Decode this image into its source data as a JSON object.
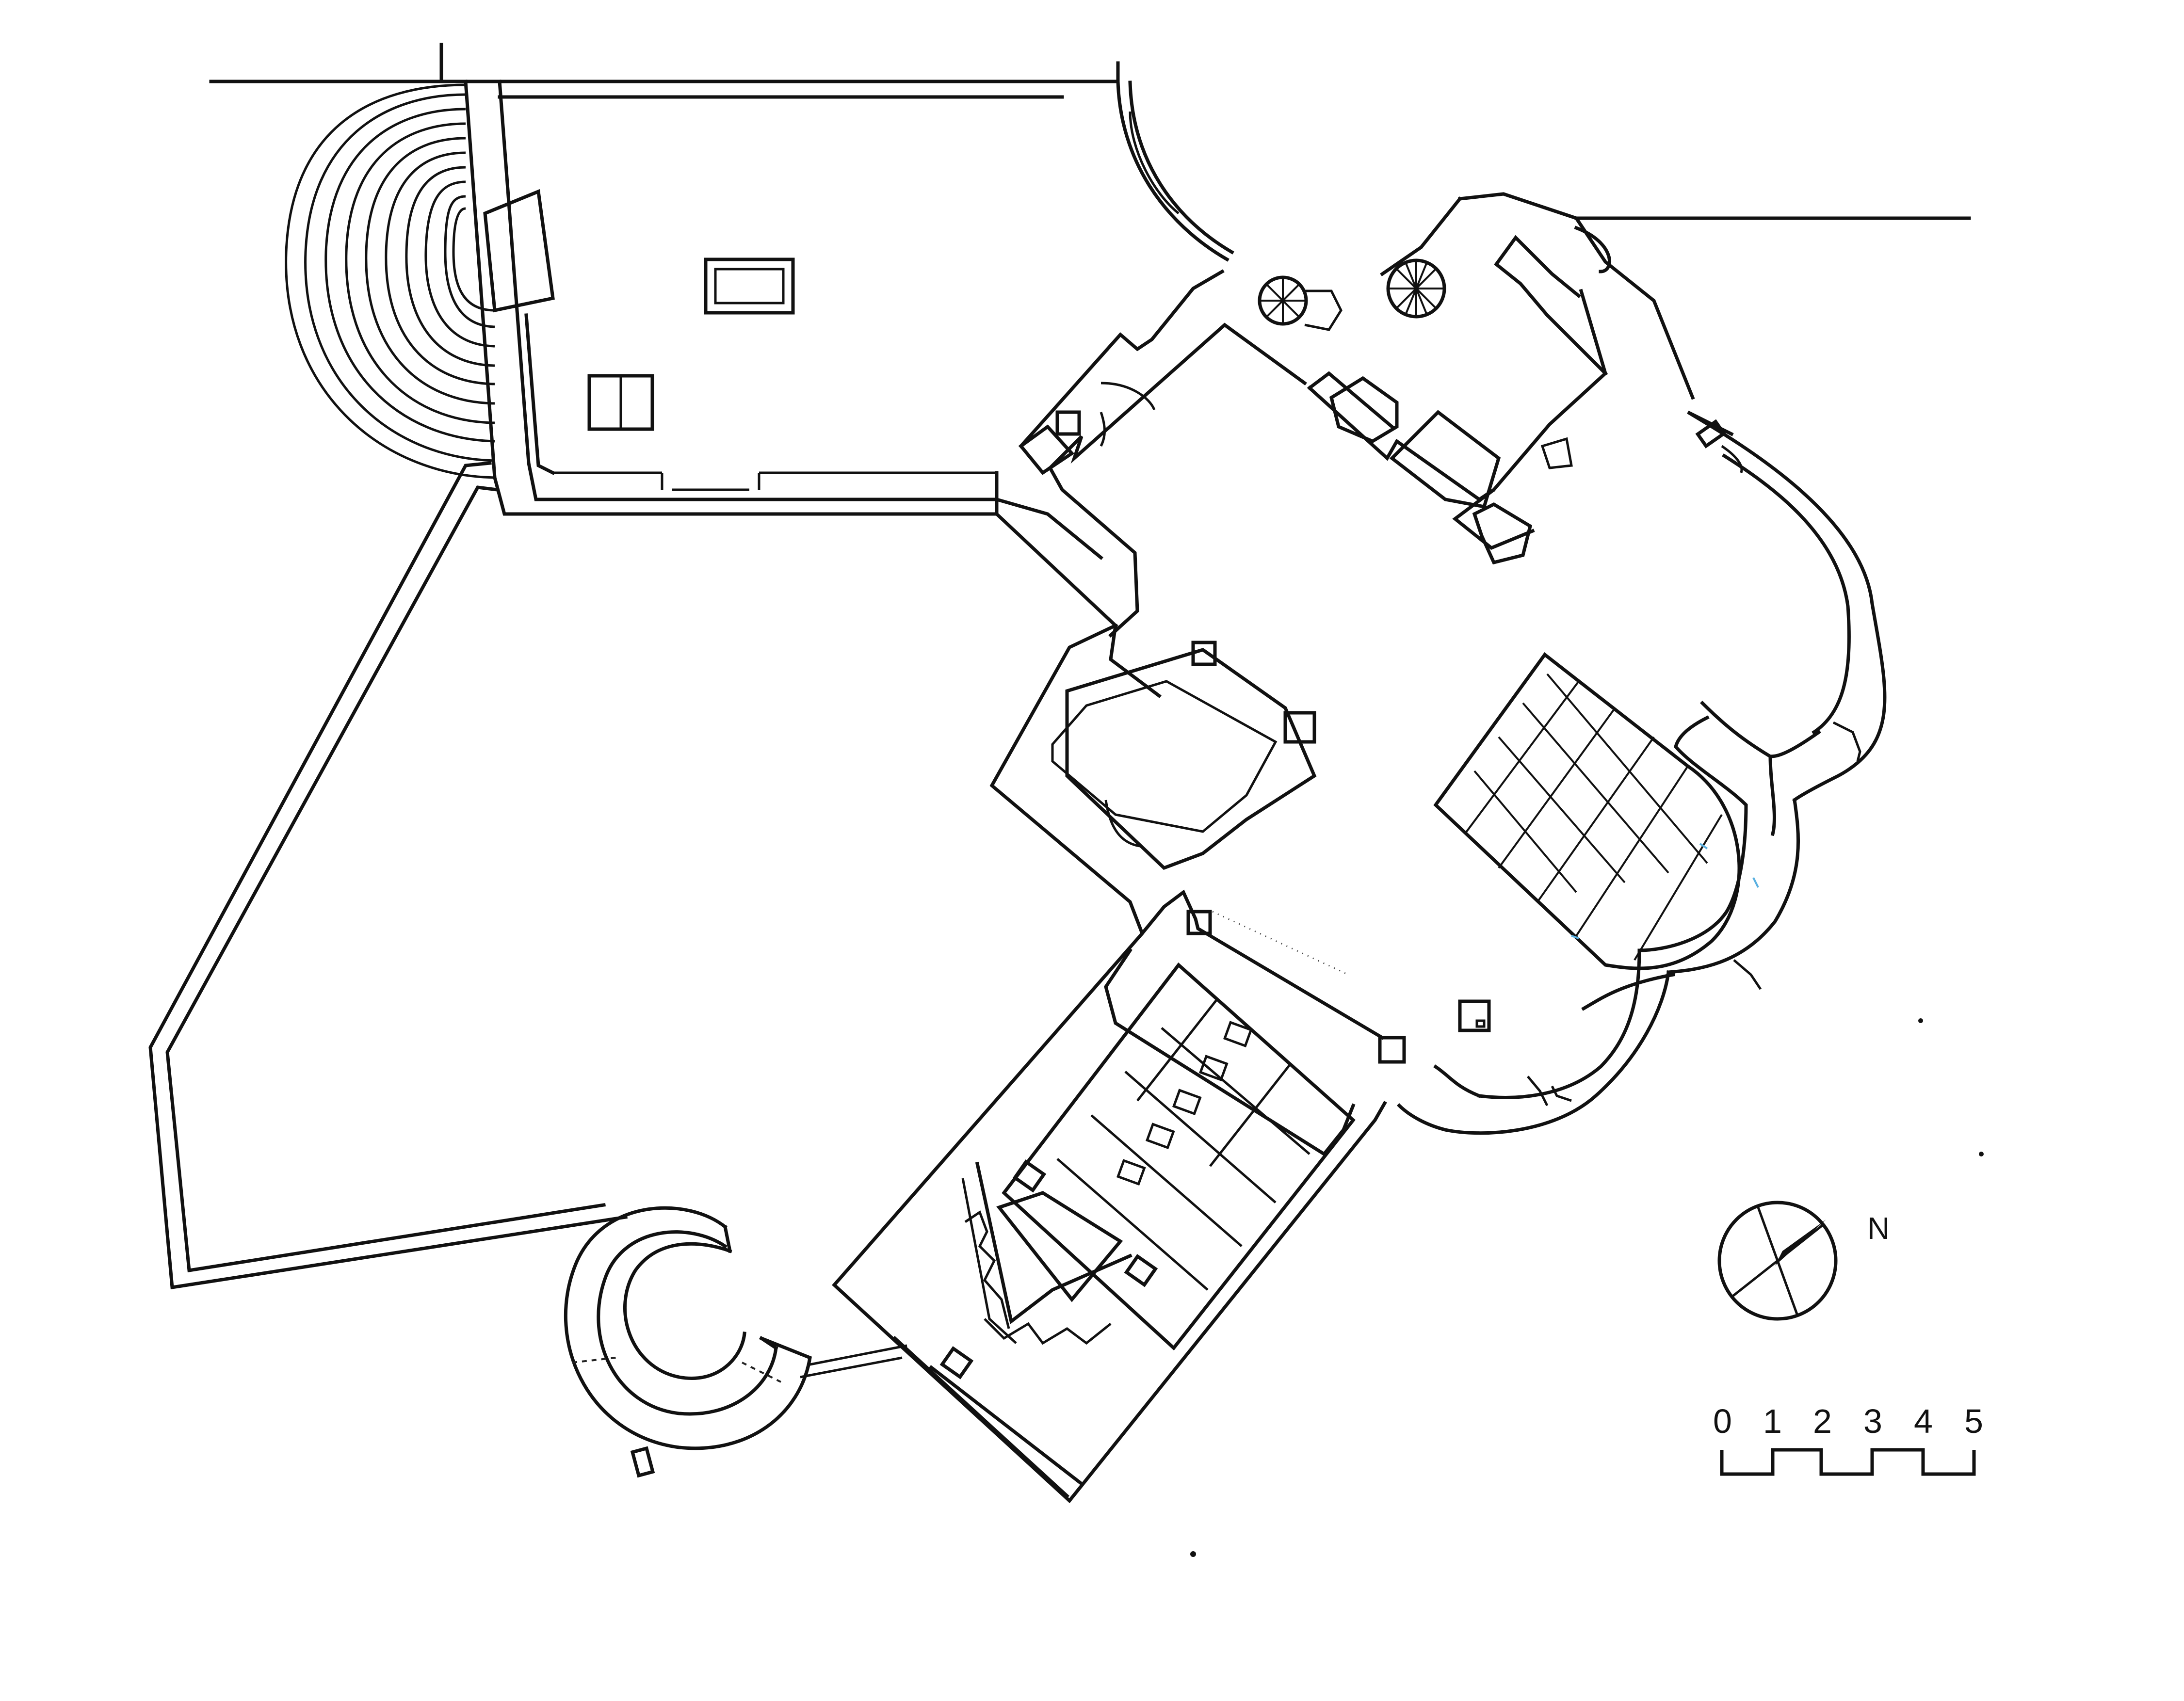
{
  "compass": {
    "label": "N",
    "icon": "north-arrow-icon"
  },
  "scale_bar": {
    "ticks": [
      "0",
      "1",
      "2",
      "3",
      "4",
      "5"
    ]
  },
  "colors": {
    "ink": "#111111",
    "paper": "#ffffff",
    "annotation": "#5ab0e0"
  }
}
